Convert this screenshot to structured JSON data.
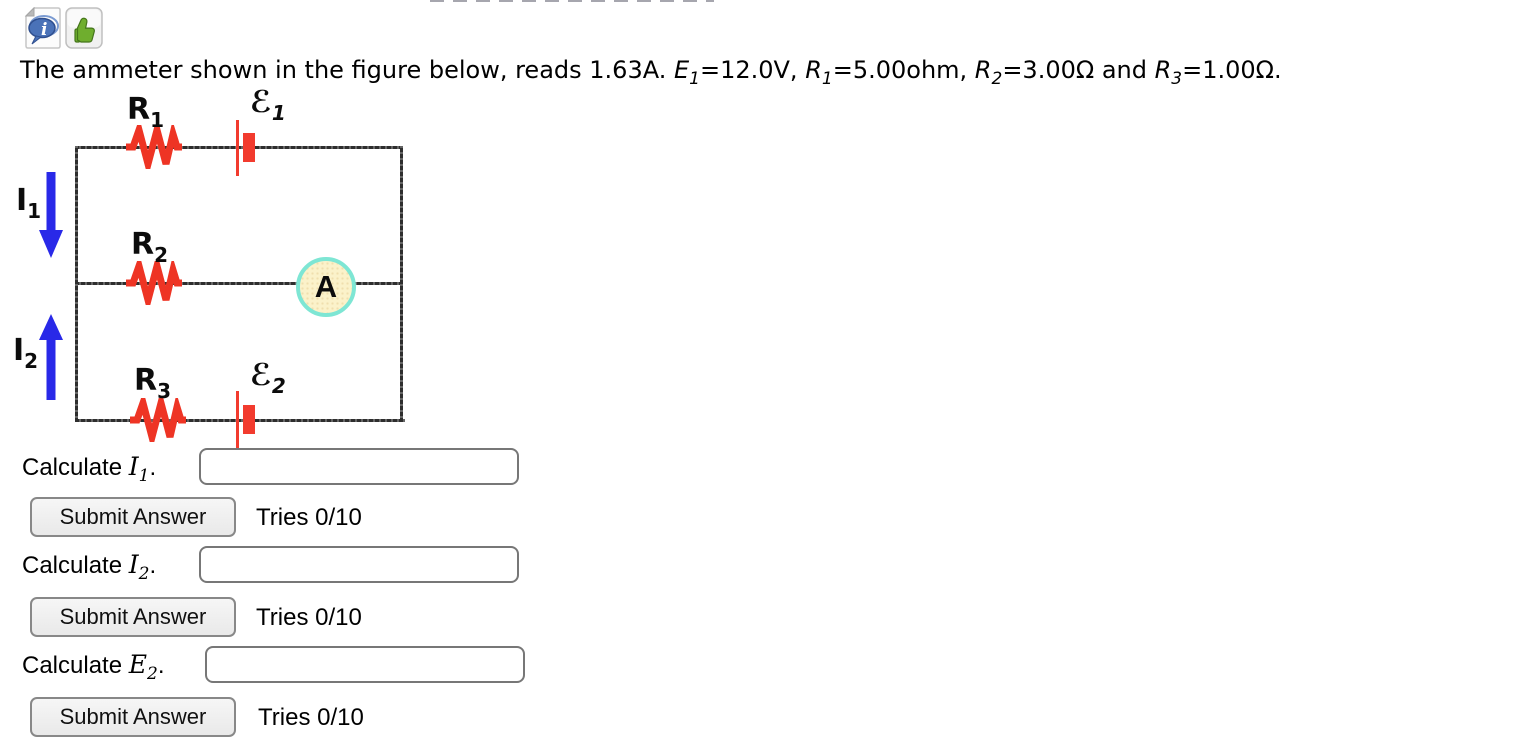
{
  "toolbar": {
    "icons": [
      {
        "name": "discussion-icon",
        "glyph": "i"
      },
      {
        "name": "thumbs-up-icon"
      }
    ]
  },
  "problem": {
    "tokens": [
      {
        "t": "The ammeter shown in the figure below, reads 1.63A. "
      },
      {
        "t": "E"
      },
      {
        "t": "1"
      },
      {
        "t": "=12.0V, "
      },
      {
        "t": "R"
      },
      {
        "t": "1"
      },
      {
        "t": "=5.00ohm, "
      },
      {
        "t": "R"
      },
      {
        "t": "2"
      },
      {
        "t": "=3.00Ω and "
      },
      {
        "t": "R"
      },
      {
        "t": "3"
      },
      {
        "t": "=1.00Ω."
      }
    ]
  },
  "circuit": {
    "labels": {
      "r1": "R",
      "r1_sub": "1",
      "r2": "R",
      "r2_sub": "2",
      "r3": "R",
      "r3_sub": "3",
      "emf1": "ℰ",
      "emf1_sub": "1",
      "emf2": "ℰ",
      "emf2_sub": "2",
      "i1": "I",
      "i1_sub": "1",
      "i2": "I",
      "i2_sub": "2",
      "ammeter": "A"
    },
    "colors": {
      "resistor": "#ee3424",
      "battery": "#f23b2e",
      "wire": "#3a3a3a",
      "current_arrow": "#2929e8",
      "ammeter_border": "#7ee6d4",
      "ammeter_fill": "#fbf2ca"
    }
  },
  "form": {
    "rows": [
      {
        "label_pre": "Calculate ",
        "variable": "I",
        "var_sub": "1",
        "label_post": ".",
        "input_value": "",
        "submit": "Submit Answer",
        "tries": "Tries 0/10"
      },
      {
        "label_pre": "Calculate ",
        "variable": "I",
        "var_sub": "2",
        "label_post": ".",
        "input_value": "",
        "submit": "Submit Answer",
        "tries": "Tries 0/10"
      },
      {
        "label_pre": "Calculate ",
        "variable": "E",
        "var_sub": "2",
        "label_post": ".",
        "input_value": "",
        "submit": "Submit Answer",
        "tries": "Tries 0/10"
      }
    ]
  }
}
